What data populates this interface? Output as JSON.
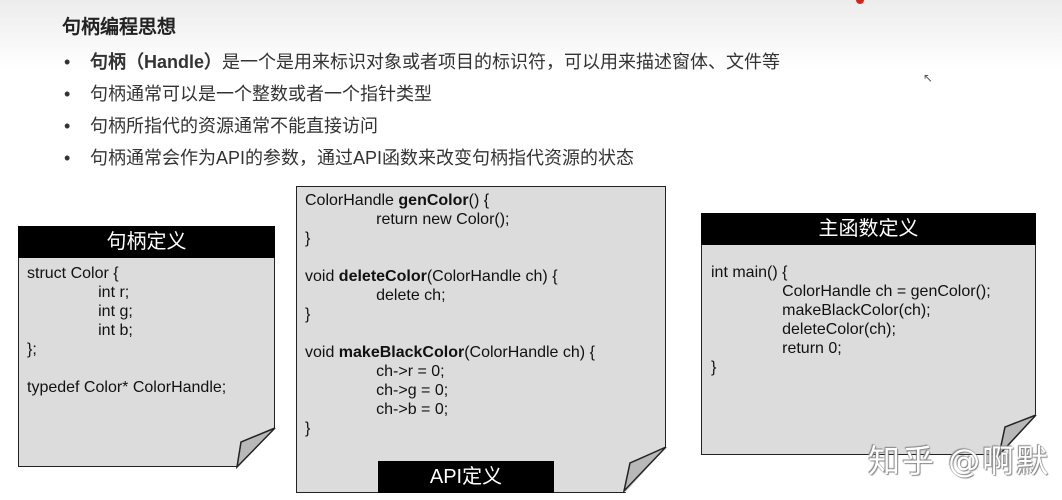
{
  "title": "句柄编程思想",
  "bullets": [
    {
      "bold": "句柄（Handle）",
      "text": "是一个是用来标识对象或者项目的标识符，可以用来描述窗体、文件等"
    },
    {
      "bold": "",
      "text": "句柄通常可以是一个整数或者一个指针类型"
    },
    {
      "bold": "",
      "text": "句柄所指代的资源通常不能直接访问"
    },
    {
      "bold": "",
      "text": "句柄通常会作为API的参数，通过API函数来改变句柄指代资源的状态"
    }
  ],
  "handle_def": {
    "header": "句柄定义",
    "code": "struct Color {\n                int r;\n                int g;\n                int b;\n};\n\ntypedef Color* ColorHandle;"
  },
  "api_def": {
    "label": "API定义",
    "lines": [
      {
        "pre": "ColorHandle ",
        "fn": "genColor",
        "post": "() {"
      },
      {
        "pre": "                return new Color();",
        "fn": "",
        "post": ""
      },
      {
        "pre": "}",
        "fn": "",
        "post": ""
      },
      {
        "pre": "",
        "fn": "",
        "post": ""
      },
      {
        "pre": "void ",
        "fn": "deleteColor",
        "post": "(ColorHandle ch) {"
      },
      {
        "pre": "                delete ch;",
        "fn": "",
        "post": ""
      },
      {
        "pre": "}",
        "fn": "",
        "post": ""
      },
      {
        "pre": "",
        "fn": "",
        "post": ""
      },
      {
        "pre": "void ",
        "fn": "makeBlackColor",
        "post": "(ColorHandle ch) {"
      },
      {
        "pre": "                ch->r = 0;",
        "fn": "",
        "post": ""
      },
      {
        "pre": "                ch->g = 0;",
        "fn": "",
        "post": ""
      },
      {
        "pre": "                ch->b = 0;",
        "fn": "",
        "post": ""
      },
      {
        "pre": "}",
        "fn": "",
        "post": ""
      }
    ]
  },
  "main_def": {
    "header": "主函数定义",
    "code": "int main() {\n                ColorHandle ch = genColor();\n                makeBlackColor(ch);\n                deleteColor(ch);\n                return 0;\n}"
  },
  "watermark": "知乎 @啊默",
  "colors": {
    "header_bg": "#000000",
    "note_bg": "#dcdcdc",
    "accent_red": "#d0281e"
  }
}
